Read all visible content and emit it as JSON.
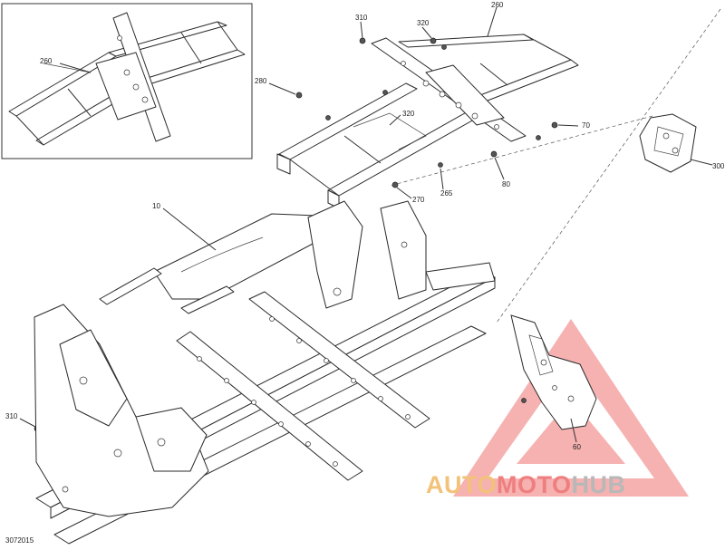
{
  "diagram": {
    "callouts": {
      "c10": "10",
      "c60": "60",
      "c70": "70",
      "c80": "80",
      "c260_inset": "260",
      "c260_main": "260",
      "c265": "265",
      "c270": "270",
      "c280": "280",
      "c300": "300",
      "c310_top": "310",
      "c310_left": "310",
      "c320_top": "320",
      "c320_mid": "320"
    },
    "document_number": "3072015"
  },
  "watermark": {
    "part1": "AUTO",
    "part2": "MOTO",
    "part3": "HUB",
    "colors": {
      "orange": "#f3c27a",
      "red": "#ef7f7f",
      "grey": "#b8b8b8"
    }
  }
}
